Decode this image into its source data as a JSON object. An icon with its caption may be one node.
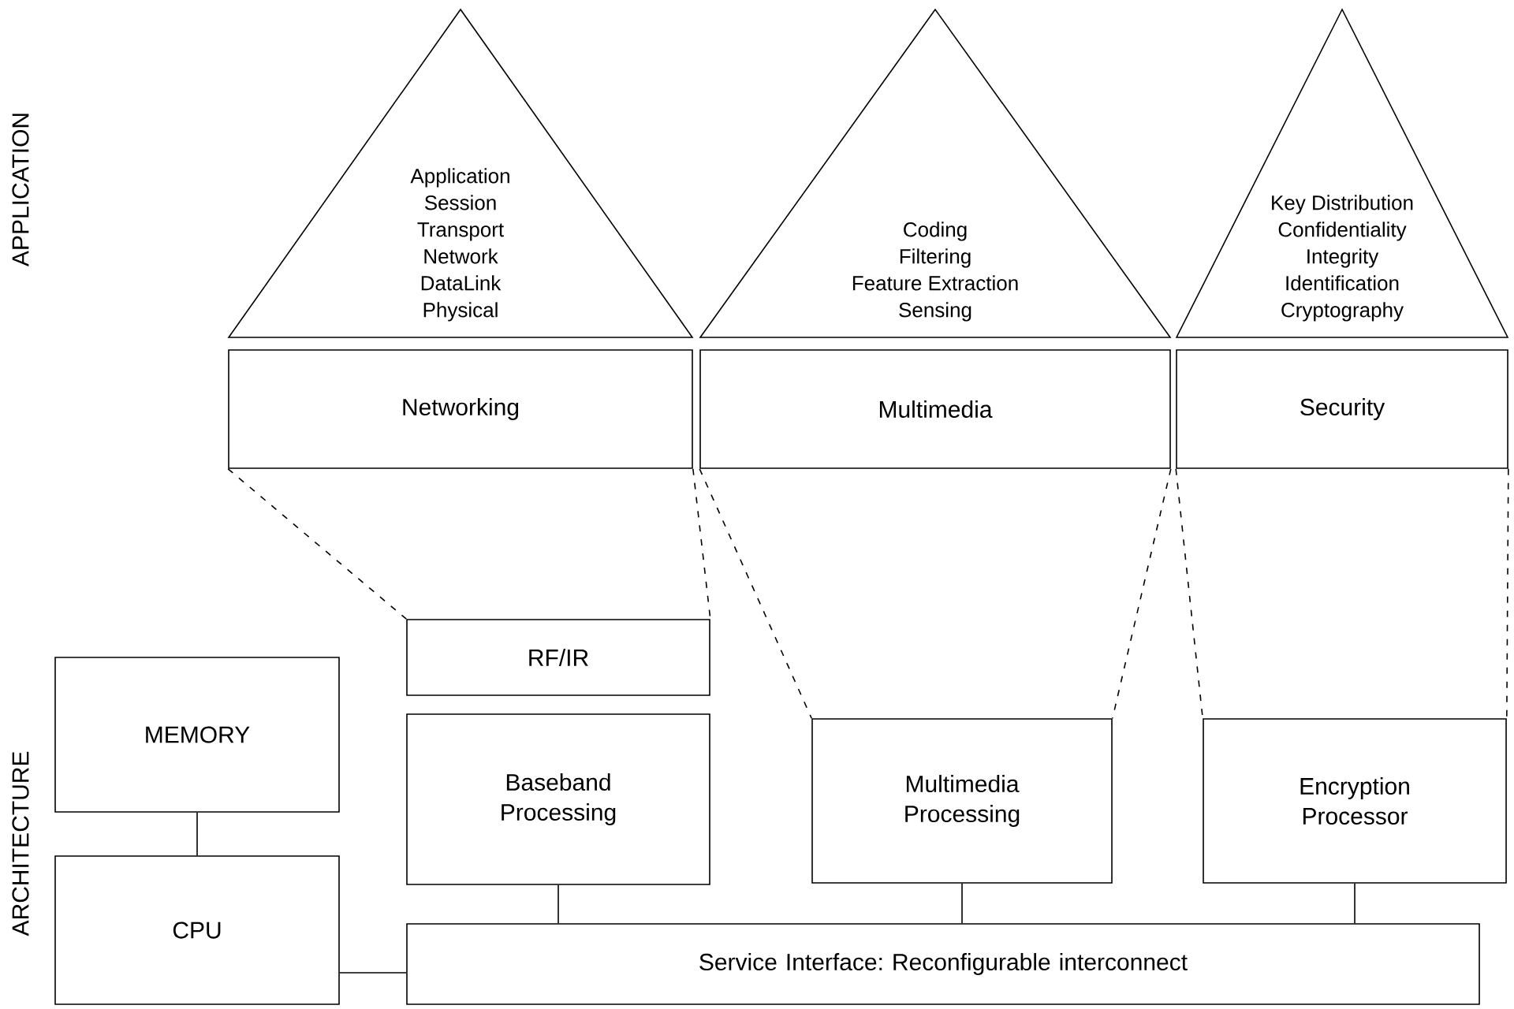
{
  "diagram": {
    "nodes": [
      {
        "text": [
          "Application",
          "Session",
          "Transport",
          "Network",
          "DataLink",
          "Physical"
        ]
      },
      {
        "text": [
          "Coding",
          "Filtering",
          "Feature Extraction",
          "Sensing"
        ]
      },
      {
        "text": [
          "Key Distribution",
          "Confidentiality",
          "Integrity",
          "Identification",
          "Cryptography"
        ]
      },
      {
        "text": [
          "Networking"
        ]
      },
      {
        "text": [
          "Multimedia"
        ]
      },
      {
        "text": [
          "Security"
        ]
      },
      {
        "text": [
          "RF/IR"
        ]
      },
      {
        "text": [
          "MEMORY"
        ]
      },
      {
        "text": [
          "Baseband Processing"
        ]
      },
      {
        "text": [
          "Multimedia Processing"
        ]
      },
      {
        "text": [
          "Encryption Processor"
        ]
      },
      {
        "text": [
          "CPU"
        ]
      },
      {
        "text": [
          "Service Interface: Reconfigurable interconnect"
        ]
      }
    ],
    "edges": [
      {
        "from": 3,
        "to": 6,
        "arrow": "none",
        "style": "dashed"
      },
      {
        "from": 3,
        "to": 6,
        "arrow": "none",
        "style": "dashed"
      },
      {
        "from": 4,
        "to": 9,
        "arrow": "none",
        "style": "dashed"
      },
      {
        "from": 4,
        "to": 9,
        "arrow": "none",
        "style": "dashed"
      },
      {
        "from": 5,
        "to": 10,
        "arrow": "none",
        "style": "dashed"
      },
      {
        "from": 5,
        "to": 10,
        "arrow": "none",
        "style": "dashed"
      },
      {
        "from": 7,
        "to": 11,
        "arrow": "none"
      },
      {
        "from": 11,
        "to": 12,
        "arrow": "none"
      },
      {
        "from": 8,
        "to": 12,
        "arrow": "none"
      },
      {
        "from": 9,
        "to": 12,
        "arrow": "none"
      },
      {
        "from": 10,
        "to": 12,
        "arrow": "none"
      }
    ],
    "labels": [
      "APPLICATION",
      "ARCHITECTURE"
    ]
  }
}
